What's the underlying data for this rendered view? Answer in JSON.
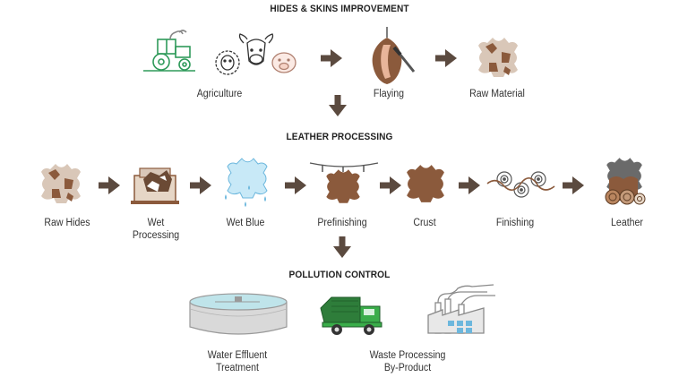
{
  "sections": {
    "hides": "HIDES & SKINS IMPROVEMENT",
    "leather": "LEATHER PROCESSING",
    "pollution": "POLLUTION CONTROL"
  },
  "stages": {
    "agriculture": "Agriculture",
    "flaying": "Flaying",
    "raw_material": "Raw Material",
    "raw_hides": "Raw Hides",
    "wet_processing_1": "Wet",
    "wet_processing_2": "Processing",
    "wet_blue": "Wet Blue",
    "prefinishing": "Prefinishing",
    "crust": "Crust",
    "finishing": "Finishing",
    "leather": "Leather",
    "water_effluent_1": "Water Effluent",
    "water_effluent_2": "Treatment",
    "waste_processing_1": "Waste Processing",
    "waste_processing_2": "By-Product"
  },
  "colors": {
    "arrow": "#5b4a3f",
    "hide_brown": "#8b5a3c",
    "hide_light": "#d9c7b8",
    "wet_blue": "#9fd3ee",
    "tractor_green": "#2f9a5a",
    "truck_green": "#2e9a48",
    "grey": "#9a9a9a"
  },
  "icons": [
    "tractor-icon",
    "sheep-icon",
    "cow-icon",
    "pig-icon",
    "flaying-icon",
    "raw-material-hide-icon",
    "raw-hides-icon",
    "wet-processing-drum-icon",
    "wet-blue-hide-icon",
    "prefinishing-hide-icon",
    "crust-hide-icon",
    "finishing-rollers-icon",
    "leather-rolls-icon",
    "water-tank-icon",
    "dump-truck-icon",
    "factory-icon",
    "arrow-icon"
  ]
}
